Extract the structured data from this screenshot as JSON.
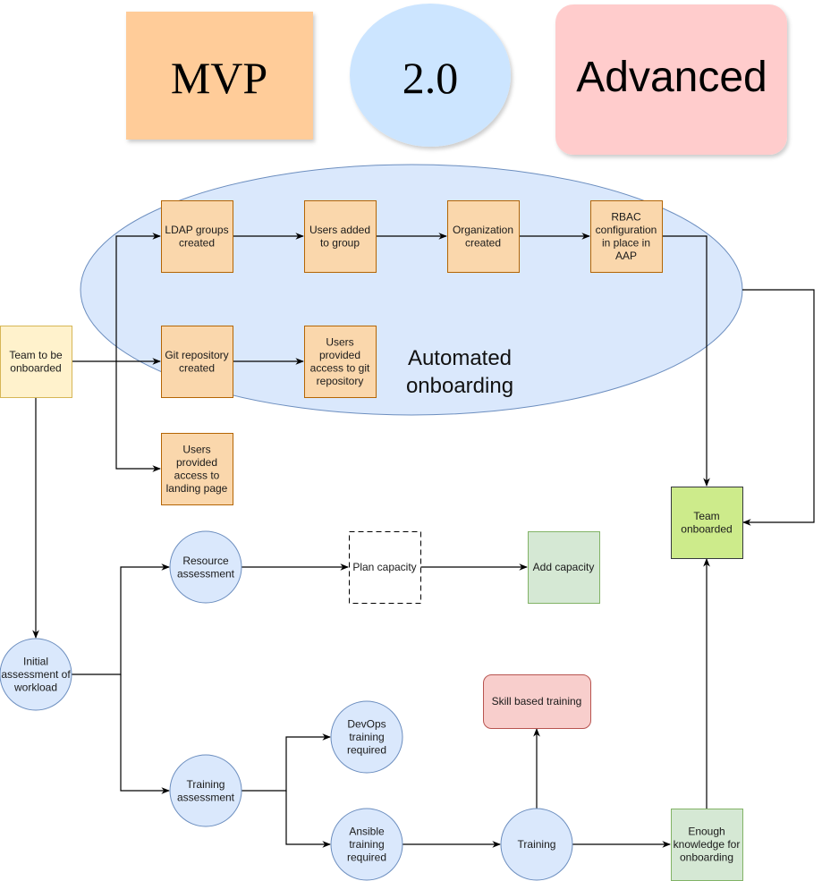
{
  "legend": {
    "mvp": {
      "label": "MVP",
      "color": "#ffcc99"
    },
    "v2": {
      "label": "2.0",
      "color": "#cce5ff"
    },
    "advanced": {
      "label": "Advanced",
      "color": "#ffcccc"
    }
  },
  "group": {
    "label_line1": "Automated",
    "label_line2": "onboarding",
    "fill": "#dae8fc",
    "stroke": "#6c8ebf"
  },
  "colors": {
    "orange_fill": "#fad7ac",
    "orange_stroke": "#b46504",
    "yellow_fill": "#fff2cc",
    "yellow_stroke": "#d6b656",
    "blue_fill": "#dae8fc",
    "blue_stroke": "#6c8ebf",
    "green_fill": "#d5e8d4",
    "green_stroke": "#82b366",
    "lime_fill": "#cdeb8b",
    "lime_stroke": "#36393d",
    "red_fill": "#f8cecc",
    "red_stroke": "#b85450"
  },
  "nodes": {
    "team_to_be_onboarded": [
      "Team to be",
      "onboarded"
    ],
    "ldap_groups": [
      "LDAP groups",
      "created"
    ],
    "users_added": [
      "Users added",
      "to group"
    ],
    "organization": [
      "Organization",
      "created"
    ],
    "rbac": [
      "RBAC",
      "configuration",
      "in place in",
      "AAP"
    ],
    "git_repo": [
      "Git repository",
      "created"
    ],
    "users_git": [
      "Users",
      "provided",
      "access to git",
      "repository"
    ],
    "users_landing": [
      "Users",
      "provided",
      "access to",
      "landing page"
    ],
    "team_onboarded": [
      "Team",
      "onboarded"
    ],
    "initial_assessment": [
      "Initial",
      "assessment of",
      "workload"
    ],
    "resource_assessment": [
      "Resource",
      "assessment"
    ],
    "plan_capacity": [
      "Plan capacity"
    ],
    "add_capacity": [
      "Add capacity"
    ],
    "training_assessment": [
      "Training",
      "assessment"
    ],
    "devops_training": [
      "DevOps",
      "training",
      "required"
    ],
    "ansible_training": [
      "Ansible",
      "training",
      "required"
    ],
    "training": [
      "Training"
    ],
    "skill_based_training": [
      "Skill based training"
    ],
    "enough_knowledge": [
      "Enough",
      "knowledge for",
      "onboarding"
    ]
  }
}
